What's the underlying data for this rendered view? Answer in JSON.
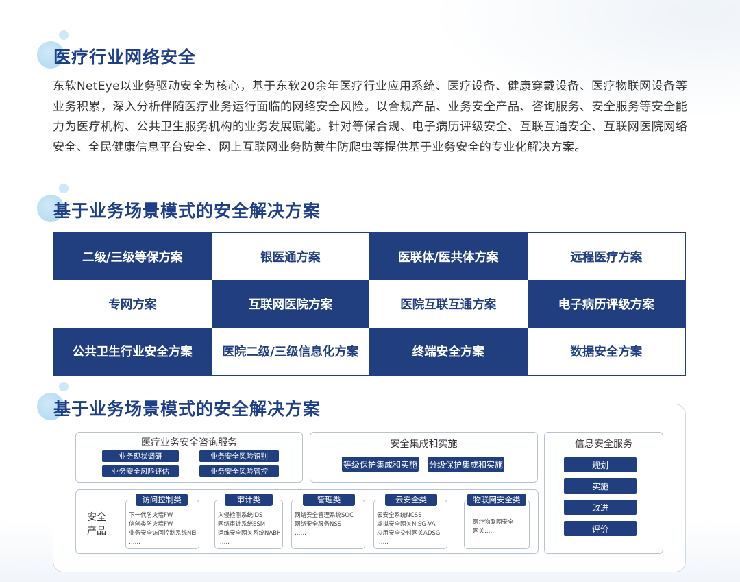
{
  "section1": {
    "title": "医疗行业网络安全",
    "paragraph": "东软NetEye以业务驱动安全为核心，基于东软20余年医疗行业应用系统、医疗设备、健康穿戴设备、医疗物联网设备等业务积累，深入分析伴随医疗业务运行面临的网络安全风险。以合规产品、业务安全产品、咨询服务、安全服务等安全能力为医疗机构、公共卫生服务机构的业务发展赋能。针对等保合规、电子病历评级安全、互联互通安全、互联网医院网络安全、全民健康信息平台安全、网上互联网业务防黄牛防爬虫等提供基于业务安全的专业化解决方案。"
  },
  "section2": {
    "title": "基于业务场景模式的安全解决方案",
    "cells": [
      "二级/三级等保方案",
      "银医通方案",
      "医联体/医共体方案",
      "远程医疗方案",
      "专网方案",
      "互联网医院方案",
      "医院互联互通方案",
      "电子病历评级方案",
      "公共卫生行业安全方案",
      "医院二级/三级信息化方案",
      "终端安全方案",
      "数据安全方案"
    ]
  },
  "section3": {
    "title": "基于业务场景模式的安全解决方案",
    "consulting": {
      "title": "医疗业务安全咨询服务",
      "items": [
        "业务现状调研",
        "业务安全风险识别",
        "业务安全风险评估",
        "业务安全风险管控"
      ]
    },
    "integration": {
      "title": "安全集成和实施",
      "items": [
        "等级保护集成和实施",
        "分级保护集成和实施"
      ]
    },
    "info_service": {
      "title": "信息安全服务",
      "items": [
        "规划",
        "实施",
        "改进",
        "评价"
      ]
    },
    "products": {
      "label_line1": "安全",
      "label_line2": "产品",
      "groups": [
        {
          "tag": "访问控制类",
          "lines": [
            "下一代防火墙FW",
            "信创类防火墙FW",
            "业务安全访问控制系统NEBS",
            "……"
          ]
        },
        {
          "tag": "审计类",
          "lines": [
            "入侵检测系统IDS",
            "网络审计系统ESM",
            "运维安全网关系统NABH",
            "……"
          ]
        },
        {
          "tag": "管理类",
          "lines": [
            "网络安全管理系统SOC",
            "网络安全服务NSS",
            "……"
          ]
        },
        {
          "tag": "云安全类",
          "lines": [
            "云安全系统NCSS",
            "虚拟安全网关NISG-VA",
            "应用安全交付网关ADSG",
            "……"
          ]
        },
        {
          "tag": "物联网安全类",
          "lines": [
            "医疗物联网安全",
            "网关……"
          ]
        }
      ]
    }
  }
}
